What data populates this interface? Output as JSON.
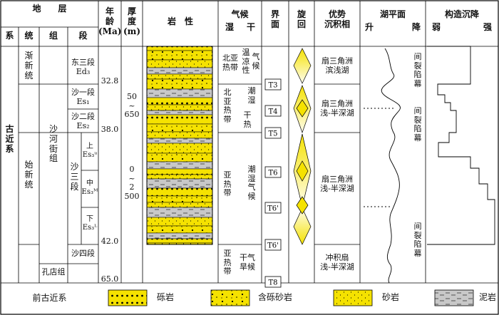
{
  "header": {
    "strata": "地　　层",
    "system": "系",
    "series": "统",
    "formation": "组",
    "member": "段",
    "age": "年\n龄\n(Ma)",
    "thickness": "厚\n度\n(m)",
    "lithology": "岩　性",
    "climate": "气候",
    "climate_wet": "湿",
    "climate_dry": "干",
    "interface": "界\n面",
    "cycle": "旋\n回",
    "facies": "优势\n沉积相",
    "lake": "湖平面",
    "lake_rise": "升",
    "lake_fall": "降",
    "tectonic": "构造沉降",
    "tect_weak": "弱",
    "tect_strong": "强"
  },
  "strata": {
    "system": "古\n近\n系",
    "series_1": "渐\n新\n统",
    "series_2": "始\n新\n统",
    "formation_1": "沙\n河\n街\n组",
    "formation_2": "孔店组",
    "member_dong": "东三段\nEd₃",
    "member_sha1": "沙一段\nEs₁",
    "member_sha2": "沙二段\nEs₂",
    "member_sha3": "沙\n三\n段",
    "sub_upper": "上\nEs₃ᵘ",
    "sub_middle": "中\nEs₃ᴹ",
    "sub_lower": "下\nEs₃ᴸ",
    "member_sha4": "沙四段",
    "pre": "前古近系"
  },
  "ages": [
    "32.8",
    "38.0",
    "42.0",
    "65.0"
  ],
  "thickness": [
    "50\n~\n650",
    "0\n~\n2 500"
  ],
  "climate": {
    "z1": "北亚\n热带",
    "z1b": "温\n凉\n性",
    "z1c": "气\n候",
    "z2": "北\n亚\n热\n带",
    "z2b": "潮\n湿",
    "z2c": "干\n热",
    "z3": "亚\n热\n带",
    "z3b": "潮\n湿\n气\n候",
    "z4": "亚\n热\n带",
    "z4b": "干气\n旱候"
  },
  "interfaces": [
    "T3",
    "T4",
    "T5",
    "T6",
    "T6'",
    "T6'",
    "T8"
  ],
  "facies": {
    "f1": "扇三角洲\n滨浅湖",
    "f2": "扇三角洲\n浅-半深湖",
    "f3": "扇三角洲\n浅-半深湖",
    "f4": "冲积扇\n浅-半深湖"
  },
  "tectonic_labels": {
    "t1": "间\n裂\n陷\n幕",
    "t2": "间\n裂\n陷\n幕",
    "t3": "间\n裂\n陷\n幕"
  },
  "legend": [
    {
      "label": "砾岩"
    },
    {
      "label": "含砾砂岩"
    },
    {
      "label": "砂岩"
    },
    {
      "label": "泥岩"
    }
  ],
  "colors": {
    "yellow": "#F5E200",
    "mud": "#C8C8C8",
    "line": "#000000"
  }
}
